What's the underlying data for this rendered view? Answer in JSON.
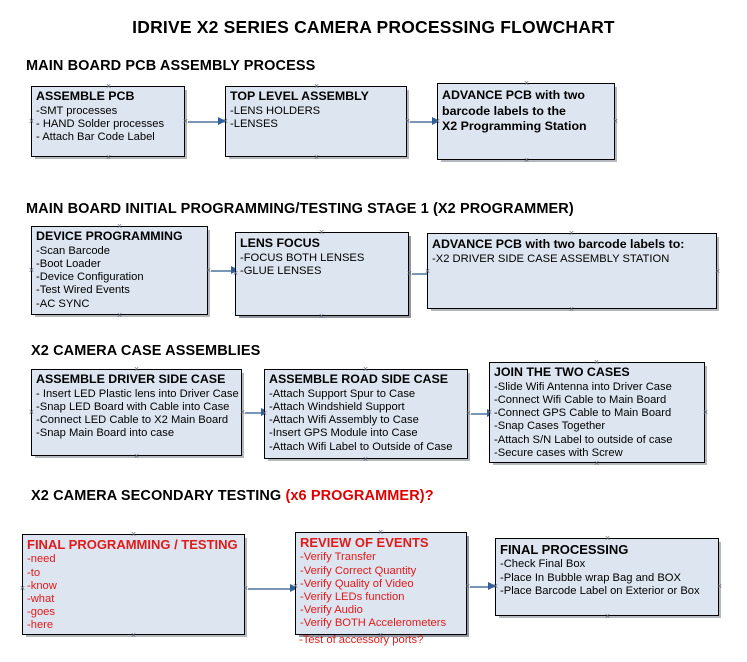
{
  "document": {
    "title": "IDRIVE X2  SERIES CAMERA PROCESSING FLOWCHART",
    "accent_red": "#e01b1b",
    "box_fill": "#dde5f0",
    "arrow_color": "#2f5f9e"
  },
  "sections": [
    {
      "id": "pcb-assembly",
      "heading": "MAIN BOARD PCB ASSEMBLY PROCESS",
      "heading_suffix": "",
      "boxes": [
        {
          "id": "assemble-pcb",
          "title": "ASSEMBLE PCB",
          "lines": [
            "-SMT processes",
            "- HAND Solder processes",
            "- Attach Bar Code Label"
          ]
        },
        {
          "id": "top-level-assembly",
          "title": "TOP LEVEL ASSEMBLY",
          "lines": [
            "-LENS HOLDERS",
            "-LENSES"
          ]
        },
        {
          "id": "advance-pcb-x2-station",
          "title": "ADVANCE PCB with two",
          "lines": [
            "barcode labels to the",
            " X2 Programming Station"
          ],
          "bold_lines": true
        }
      ]
    },
    {
      "id": "initial-programming",
      "heading": "MAIN BOARD INITIAL PROGRAMMING/TESTING STAGE 1 (X2 PROGRAMMER)",
      "heading_suffix": "",
      "boxes": [
        {
          "id": "device-programming",
          "title": "DEVICE PROGRAMMING",
          "lines": [
            "-Scan Barcode",
            "-Boot Loader",
            "-Device Configuration",
            "-Test Wired Events",
            "-AC SYNC"
          ]
        },
        {
          "id": "lens-focus",
          "title": "LENS FOCUS",
          "lines": [
            "-FOCUS BOTH LENSES",
            "-GLUE LENSES"
          ]
        },
        {
          "id": "advance-pcb-driver-side",
          "title": "ADVANCE PCB with two barcode labels to:",
          "lines": [
            "-X2 DRIVER  SIDE  CASE  ASSEMBLY STATION"
          ]
        }
      ]
    },
    {
      "id": "case-assemblies",
      "heading": "X2 CAMERA CASE ASSEMBLIES",
      "heading_suffix": "",
      "boxes": [
        {
          "id": "assemble-driver-side-case",
          "title": "ASSEMBLE DRIVER SIDE CASE",
          "lines": [
            "- Insert LED Plastic lens into Driver Case",
            "-Snap LED Board with Cable into Case",
            "-Connect LED Cable to X2 Main Board",
            "-Snap Main Board into case"
          ]
        },
        {
          "id": "assemble-road-side-case",
          "title": "ASSEMBLE ROAD SIDE CASE",
          "lines": [
            "-Attach Support Spur to Case",
            "-Attach Windshield Support",
            "-Attach Wifi Assembly to Case",
            "-Insert GPS Module into Case",
            "-Attach Wifi Label to Outside of Case"
          ]
        },
        {
          "id": "join-the-two-cases",
          "title": "JOIN THE TWO CASES",
          "lines": [
            "-Slide Wifi Antenna into Driver Case",
            "-Connect Wifi Cable to Main Board",
            "-Connect GPS Cable to Main Board",
            "-Snap Cases Together",
            "-Attach S/N Label to outside of case",
            "-Secure cases with Screw"
          ]
        }
      ]
    },
    {
      "id": "secondary-testing",
      "heading": "X2 CAMERA SECONDARY TESTING ",
      "heading_suffix": "(x6 PROGRAMMER)?",
      "boxes": [
        {
          "id": "final-programming-testing",
          "title": "FINAL PROGRAMMING / TESTING",
          "red": true,
          "lines": [
            "-need",
            "-to",
            "-know",
            "-what",
            "-goes",
            "-here"
          ]
        },
        {
          "id": "review-of-events",
          "title": "REVIEW OF EVENTS",
          "red": true,
          "lines": [
            "-Verify Transfer",
            "-Verify Correct Quantity",
            "-Verify Quality of Video",
            "-Verify LEDs function",
            "-Verify Audio",
            "-Verify BOTH Accelerometers"
          ],
          "overflow_line": "-Test of accessory ports?"
        },
        {
          "id": "final-processing",
          "title": "FINAL PROCESSING",
          "lines": [
            " -Check Final Box",
            "-Place In Bubble wrap Bag and BOX",
            "-Place Barcode Label on Exterior or Box"
          ]
        }
      ]
    }
  ]
}
